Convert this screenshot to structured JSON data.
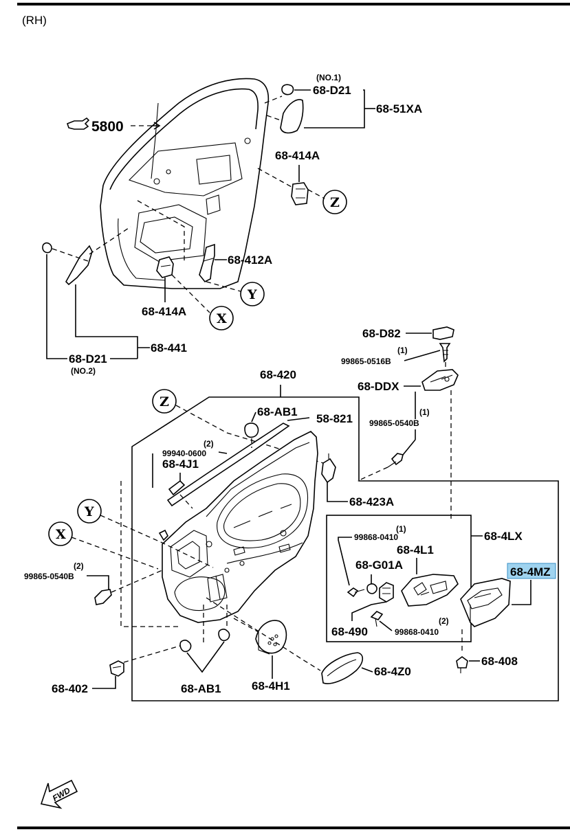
{
  "header": {
    "side": "(RH)"
  },
  "reference": {
    "icon": "pointing-hand-icon",
    "number": "5800"
  },
  "labels": {
    "d21_top_note": "(NO.1)",
    "d21_top": "68-D21",
    "p51xa": "68-51XA",
    "p414a_top": "68-414A",
    "p412a": "68-412A",
    "p414a_bottom": "68-414A",
    "p441": "68-441",
    "d21_bottom": "68-D21",
    "d21_bottom_note": "(NO.2)",
    "d82": "68-D82",
    "screw_0516b_qty": "(1)",
    "screw_0516b": "99865-0516B",
    "ddx": "68-DDX",
    "p420": "68-420",
    "ab1_top": "68-AB1",
    "p58_821": "58-821",
    "screw_0540b_top_qty": "(1)",
    "screw_0540b_top": "99865-0540B",
    "clip_0600_qty": "(2)",
    "clip_0600": "99940-0600",
    "p4j1": "68-4J1",
    "p423a": "68-423A",
    "screw_0540b_left_qty": "(2)",
    "screw_0540b_left": "99865-0540B",
    "screw_0410_top_qty": "(1)",
    "screw_0410_top": "99868-0410",
    "p4lx": "68-4LX",
    "p4l1": "68-4L1",
    "g01a": "68-G01A",
    "p4mz": "68-4MZ",
    "p490": "68-490",
    "screw_0410_bottom_qty": "(2)",
    "screw_0410_bottom": "99868-0410",
    "p408": "68-408",
    "p4z0": "68-4Z0",
    "p402": "68-402",
    "ab1_bottom": "68-AB1",
    "p4h1": "68-4H1"
  },
  "callouts": {
    "z": "Z",
    "y": "Y",
    "x": "X"
  },
  "direction": {
    "arrow_label": "FWD"
  },
  "colors": {
    "highlight": "#9fd3ef"
  }
}
